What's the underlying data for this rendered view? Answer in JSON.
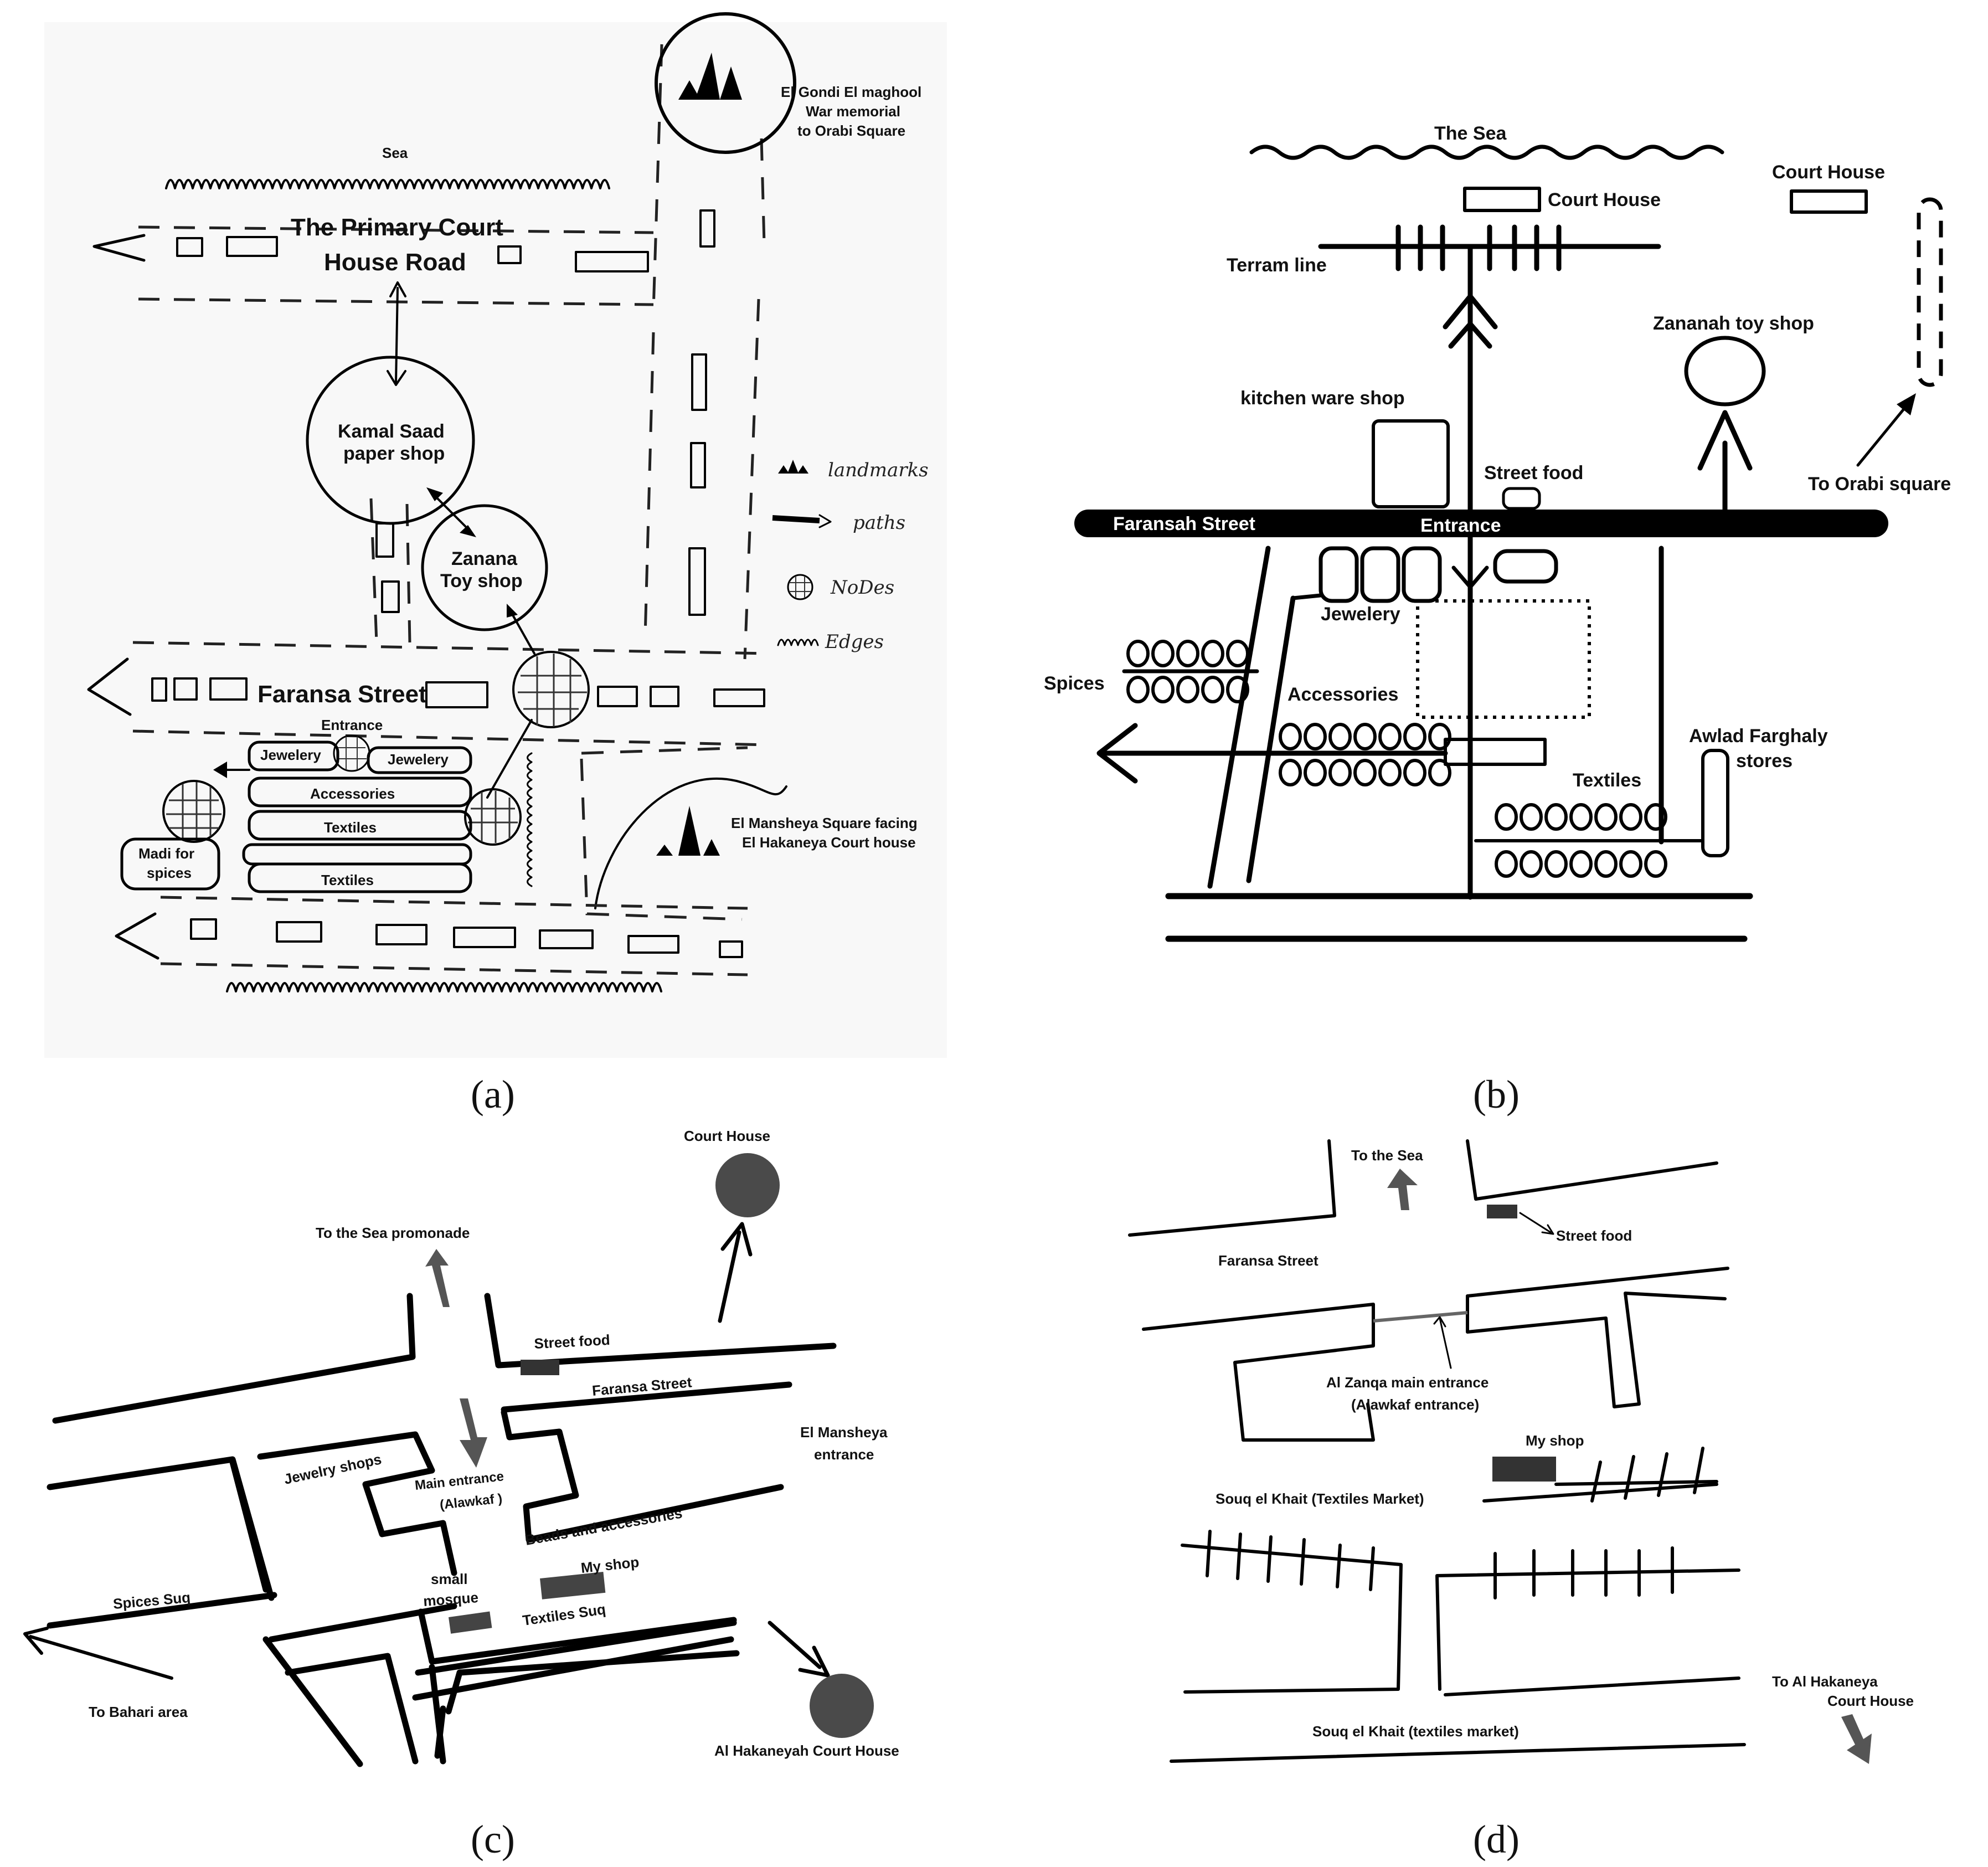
{
  "panels": {
    "a": {
      "caption": "(a)",
      "sea": "Sea",
      "road_line1": "The Primary Court",
      "road_line2": "House Road",
      "memorial_line1": "El Gondi El maghool",
      "memorial_line2": "War memorial",
      "memorial_line3": "to Orabi Square",
      "kamal_line1": "Kamal Saad",
      "kamal_line2": "paper shop",
      "zanana_line1": "Zanana",
      "zanana_line2": "Toy shop",
      "faransa": "Faransa Street",
      "entrance": "Entrance",
      "jewelery_1": "Jewelery",
      "jewelery_2": "Jewelery",
      "accessories": "Accessories",
      "textiles_1": "Textiles",
      "textiles_2": "Textiles",
      "madi_line1": "Madi for",
      "madi_line2": "spices",
      "mansheya_line1": "El Mansheya Square facing",
      "mansheya_line2": "El Hakaneya Court house",
      "legend": {
        "landmarks": "landmarks",
        "paths": "paths",
        "nodes": "NoDes",
        "edges": "Edges"
      }
    },
    "b": {
      "caption": "(b)",
      "sea": "The Sea",
      "court_house_1": "Court House",
      "court_house_2": "Court House",
      "terram": "Terram line",
      "kitchen": "kitchen ware shop",
      "zananah": "Zananah toy shop",
      "street_food": "Street food",
      "orabi": "To Orabi square",
      "faransah": "Faransah Street",
      "entrance": "Entrance",
      "jewelery": "Jewelery",
      "spices": "Spices",
      "accessories": "Accessories",
      "textiles": "Textiles",
      "awlad_line1": "Awlad Farghaly",
      "awlad_line2": "stores"
    },
    "c": {
      "caption": "(c)",
      "court_house": "Court House",
      "sea": "To the Sea promonade",
      "street_food": "Street food",
      "faransa": "Faransa Street",
      "mansheya_line1": "El Mansheya",
      "mansheya_line2": "entrance",
      "jewelry": "Jewelry shops",
      "main_entrance_line1": "Main entrance",
      "main_entrance_line2": "(Alawkaf )",
      "beads": "Beads and accessories",
      "my_shop": "My shop",
      "small_line1": "small",
      "small_line2": "mosque",
      "textiles": "Textiles Suq",
      "spices": "Spices Suq",
      "bahari": "To Bahari area",
      "hakaneyah": "Al Hakaneyah Court House"
    },
    "d": {
      "caption": "(d)",
      "sea": "To the Sea",
      "street_food": "Street food",
      "faransa": "Faransa Street",
      "zanqa_line1": "Al Zanqa main entrance",
      "zanqa_line2": "(Alawkaf entrance)",
      "my_shop": "My shop",
      "souq_1": "Souq el Khait (Textiles Market)",
      "souq_2": "Souq el Khait (textiles market)",
      "hakaneya_line1": "To Al Hakaneya",
      "hakaneya_line2": "Court House"
    }
  }
}
